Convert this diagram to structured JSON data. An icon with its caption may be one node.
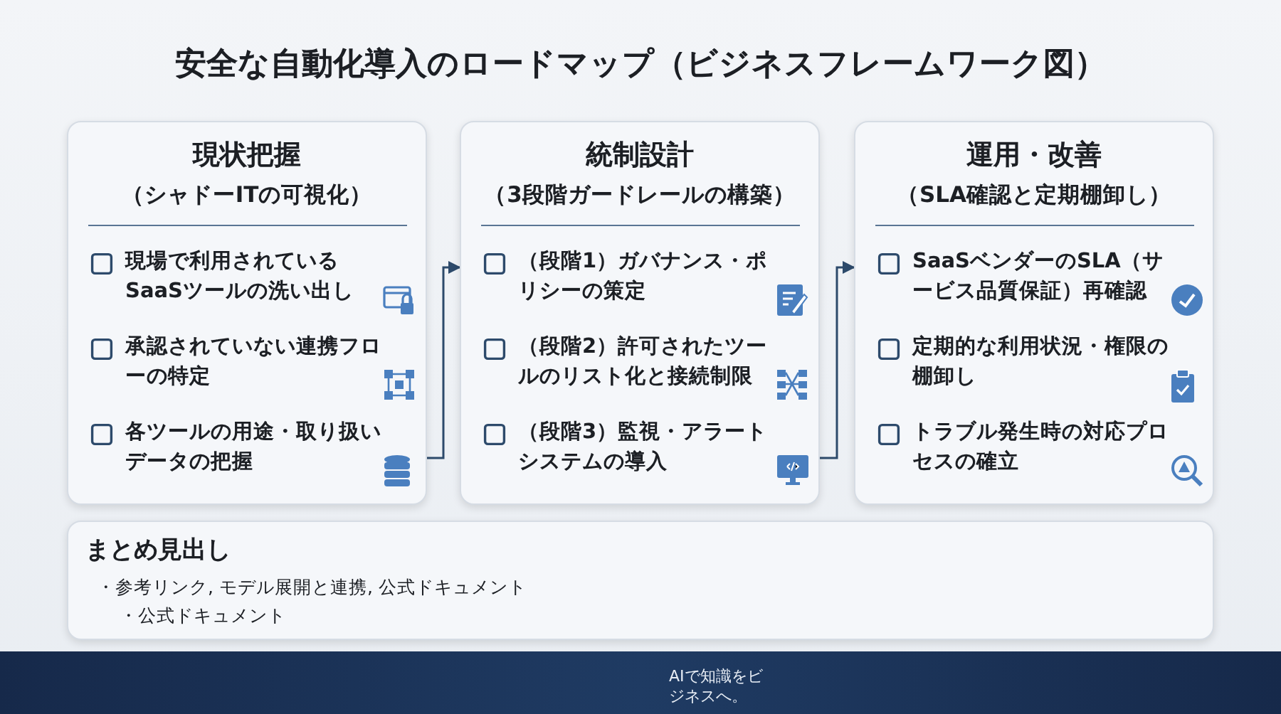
{
  "diagram": {
    "title": "安全な自動化導入のロードマップ（ビジネスフレームワーク図）",
    "nodes": [
      {
        "text": [
          "現状把握",
          "（シャドーITの可視化）",
          "現場で利用されているSaaSツールの洗い出し",
          "承認されていない連携フローの特定",
          "各ツールの用途・取り扱いデータの把握"
        ]
      },
      {
        "text": [
          "統制設計",
          "（3段階ガードレールの構築）",
          "（段階1）ガバナンス・ポリシーの策定",
          "（段階2）許可されたツールのリスト化と接続制限",
          "（段階3）監視・アラートシステムの導入"
        ]
      },
      {
        "text": [
          "運用・改善",
          "（SLA確認と定期棚卸し）",
          "SaaSベンダーのSLA（サービス品質保証）再確認",
          "定期的な利用状況・権限の棚卸し",
          "トラブル発生時の対応プロセスの確立"
        ]
      },
      {
        "text": [
          "まとめ見出し",
          "・参考リンク, モデル展開と連携, 公式ドキュメント",
          "・公式ドキュメント"
        ]
      }
    ],
    "edges": [
      {
        "from": 0,
        "to": 1,
        "arrow": "to"
      },
      {
        "from": 1,
        "to": 2,
        "arrow": "to"
      }
    ],
    "labels": [
      "AIで知識をビジネスへ。"
    ]
  }
}
